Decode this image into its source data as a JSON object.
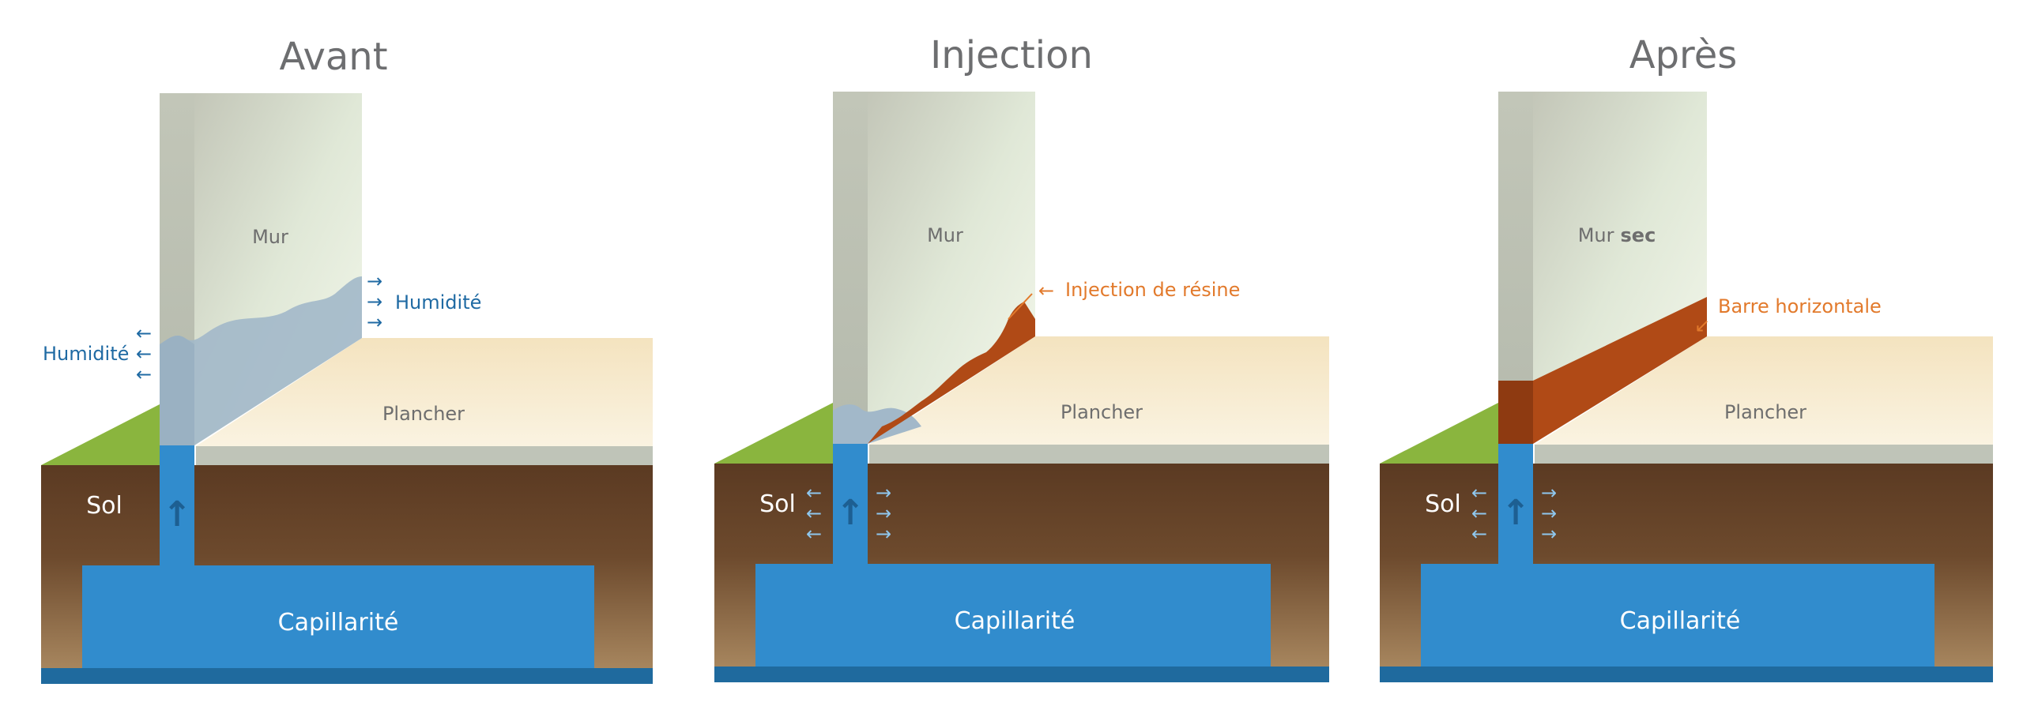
{
  "panels": [
    {
      "title": "Avant",
      "wall_label": "Mur",
      "floor_label": "Plancher",
      "soil_label": "Sol",
      "water_label": "Capillarité",
      "humidity_left_label": "Humidité",
      "humidity_right_label": "Humidité"
    },
    {
      "title": "Injection",
      "wall_label": "Mur",
      "floor_label": "Plancher",
      "soil_label": "Sol",
      "water_label": "Capillarité",
      "callout_label": "Injection de résine"
    },
    {
      "title": "Après",
      "wall_label_main": "Mur",
      "wall_label_bold": "sec",
      "floor_label": "Plancher",
      "soil_label": "Sol",
      "water_label": "Capillarité",
      "callout_label": "Barre horizontale"
    }
  ],
  "glyphs": {
    "arrow_left": "←",
    "arrow_right": "→",
    "arrow_up": "↑",
    "arrow_diag": "↙"
  },
  "colors": {
    "water": "#318ccd",
    "water_dark": "#1f6a9e",
    "soil_top": "#5d3d24",
    "soil_bottom": "#a5845f",
    "grass": "#8ab53e",
    "floor": "#f7ecd2",
    "wall": "#c9cbbd",
    "damp": "#9fb5c6",
    "resin": "#b04a16",
    "title": "#6d6e70",
    "label_blue": "#1f6aa3",
    "label_orange": "#e27a2c"
  }
}
